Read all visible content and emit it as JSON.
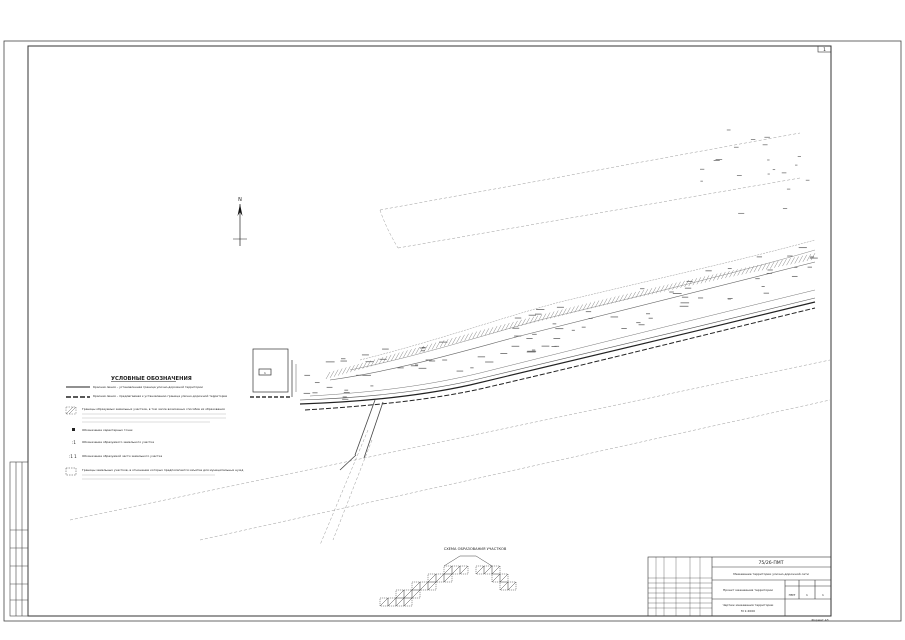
{
  "legend": {
    "title": "УСЛОВНЫЕ ОБОЗНАЧЕНИЯ",
    "items": [
      {
        "symbol": "line-solid",
        "text": "Красная линия – установленная граница улично-дорожной территории"
      },
      {
        "symbol": "line-dashed",
        "text": "Красная линия – предлагаемая к установлению граница улично-дорожной территории"
      },
      {
        "symbol": "hatch",
        "text": "Границы образуемых земельных участков, в том числе возможных способов их образования"
      },
      {
        "symbol": "square",
        "text": "Обозначение характерных точек"
      },
      {
        "symbol": "cross",
        "text": "Обозначение образуемого земельного участка"
      },
      {
        "symbol": "dot-cross",
        "text": "Обозначение образуемой части земельного участка"
      },
      {
        "symbol": "box-dashed",
        "text": "Границы земельных участков, в отношении которых предполагается изъятие для муниципальных нужд"
      }
    ]
  },
  "scheme_label": "СХЕМА ОБРАЗОВАНИЯ УЧАСТКОВ",
  "sheet_number": "1",
  "north_arrow": {
    "letter": "N"
  },
  "title_block": {
    "code": "75/26-ПМТ",
    "project": "Межевание территории улично-дорожной сети",
    "object": "Проект межевания территории",
    "drawing": "Чертеж межевания территории",
    "scale": "М 1:2000",
    "stage": "ПМТ",
    "sheet": "1",
    "sheets": "1",
    "format": "Формат А3"
  }
}
